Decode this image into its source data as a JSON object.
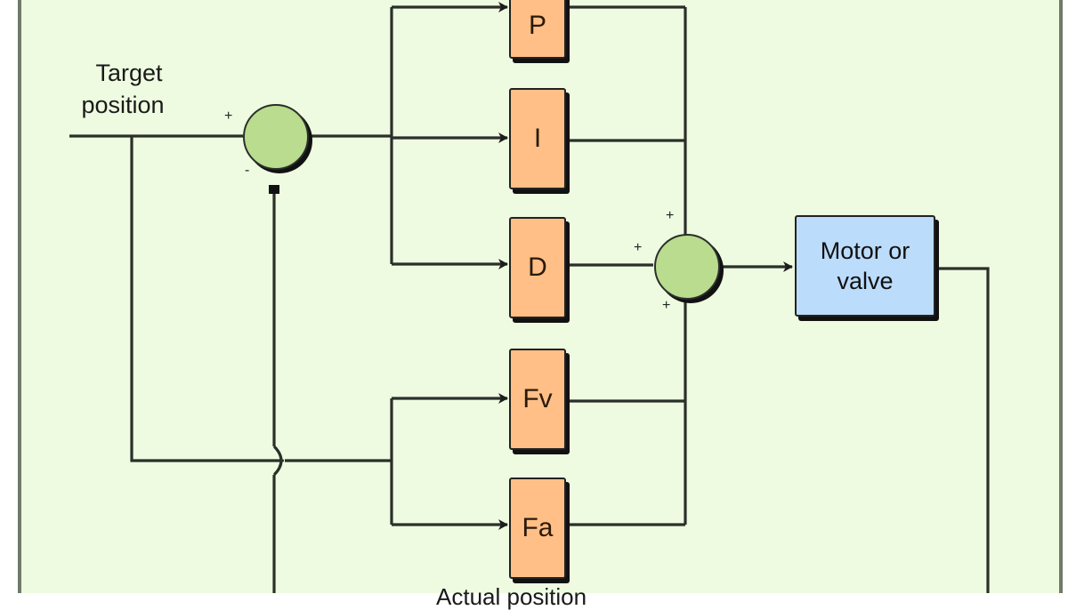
{
  "diagram": {
    "type": "PID control block diagram with feedforward",
    "colors": {
      "background": "#eefbe0",
      "page": "#ffffff",
      "frame_border": "#6f7a6a",
      "line": "#2b2f2a",
      "gain_block": "#ffbf86",
      "plant_block": "#bcdcfb",
      "summing_junction": "#b9dc8e"
    },
    "input_label": {
      "line1": "Target",
      "line2": "position"
    },
    "summing_junctions": [
      {
        "id": "error-sum",
        "signs": {
          "left": "+",
          "bottom": "-"
        }
      },
      {
        "id": "output-sum",
        "signs": {
          "top": "+",
          "left": "+",
          "bottom": "+"
        }
      }
    ],
    "blocks": [
      {
        "id": "p",
        "label": "P"
      },
      {
        "id": "i",
        "label": "I"
      },
      {
        "id": "d",
        "label": "D"
      },
      {
        "id": "fv",
        "label": "Fv"
      },
      {
        "id": "fa",
        "label": "Fa"
      },
      {
        "id": "motor",
        "label_line1": "Motor or",
        "label_line2": "valve"
      }
    ],
    "bottom_text": "Actual position"
  }
}
